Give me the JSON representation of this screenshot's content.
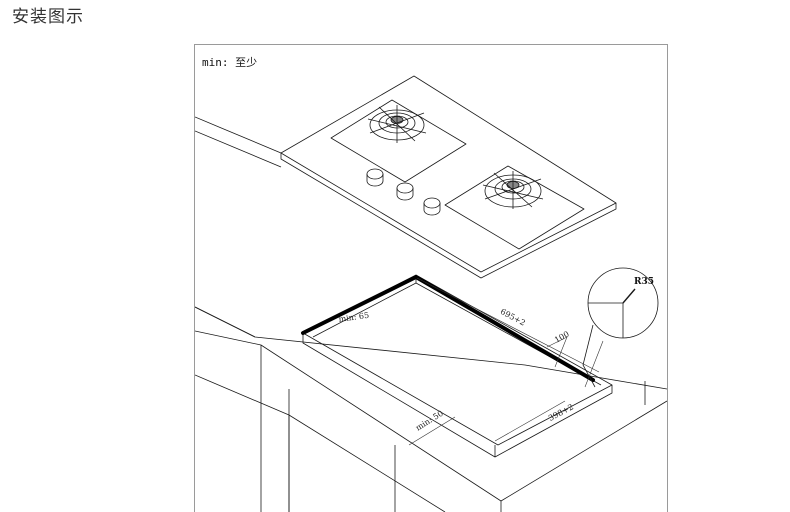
{
  "page": {
    "heading": "安装图示"
  },
  "diagram": {
    "note": "min: 至少",
    "dimensions": {
      "side_min": "min: 65",
      "length": "695+2",
      "edge": "100",
      "front_min": "min: 50",
      "width": "398+2"
    },
    "detail_radius": "R35"
  }
}
